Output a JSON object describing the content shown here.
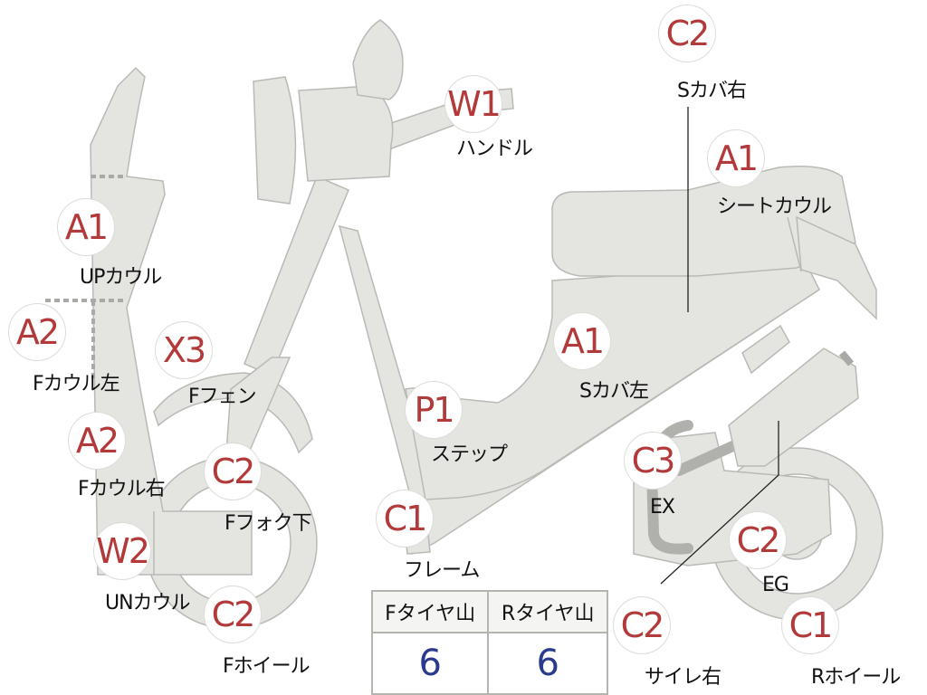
{
  "parts": {
    "handle": {
      "grade": "W1",
      "label": "ハンドル"
    },
    "scover_right": {
      "grade": "C2",
      "label": "Sカバ右"
    },
    "seat_cowl": {
      "grade": "A1",
      "label": "シートカウル"
    },
    "up_cowl": {
      "grade": "A1",
      "label": "UPカウル"
    },
    "fcowl_left": {
      "grade": "A2",
      "label": "Fカウル左"
    },
    "ffender": {
      "grade": "X3",
      "label": "Fフェン"
    },
    "scover_left": {
      "grade": "A1",
      "label": "Sカバ左"
    },
    "step": {
      "grade": "P1",
      "label": "ステップ"
    },
    "fcowl_right": {
      "grade": "A2",
      "label": "Fカウル右"
    },
    "ffork_lower": {
      "grade": "C2",
      "label": "Fフォク下"
    },
    "ex": {
      "grade": "C3",
      "label": "EX"
    },
    "frame": {
      "grade": "C1",
      "label": "フレーム"
    },
    "un_cowl": {
      "grade": "W2",
      "label": "UNカウル"
    },
    "eg": {
      "grade": "C2",
      "label": "EG"
    },
    "fwheel": {
      "grade": "C2",
      "label": "Fホイール"
    },
    "silencer_right": {
      "grade": "C2",
      "label": "サイレ右"
    },
    "rwheel": {
      "grade": "C1",
      "label": "Rホイール"
    }
  },
  "tire_table": {
    "front_header": "Fタイヤ山",
    "rear_header": "Rタイヤ山",
    "front_value": "6",
    "rear_value": "6"
  }
}
